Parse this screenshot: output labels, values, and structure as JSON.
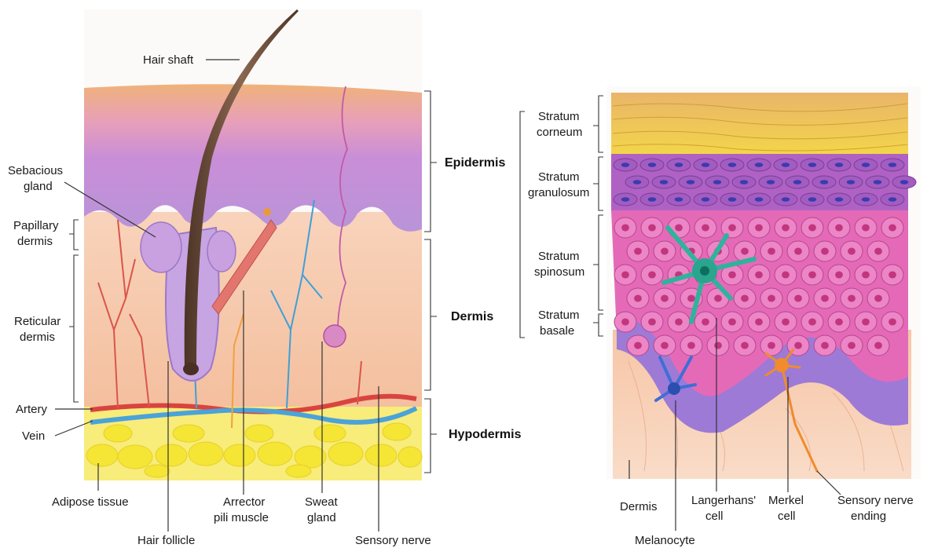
{
  "left_diagram": {
    "hair_shaft": "Hair shaft",
    "sebaceous_gland": [
      "Sebacious",
      "gland"
    ],
    "papillary_dermis": [
      "Papillary",
      "dermis"
    ],
    "reticular_dermis": [
      "Reticular",
      "dermis"
    ],
    "artery": "Artery",
    "vein": "Vein",
    "adipose_tissue": "Adipose tissue",
    "hair_follicle": "Hair follicle",
    "arrector_pili": [
      "Arrector",
      "pili muscle"
    ],
    "sweat_gland": [
      "Sweat",
      "gland"
    ],
    "sensory_nerve": "Sensory nerve",
    "epidermis": "Epidermis",
    "dermis": "Dermis",
    "hypodermis": "Hypodermis"
  },
  "right_diagram": {
    "stratum_corneum": [
      "Stratum",
      "corneum"
    ],
    "stratum_granulosum": [
      "Stratum",
      "granulosum"
    ],
    "stratum_spinosum": [
      "Stratum",
      "spinosum"
    ],
    "stratum_basale": [
      "Stratum",
      "basale"
    ],
    "dermis": "Dermis",
    "melanocyte": "Melanocyte",
    "langerhans_cell": [
      "Langerhans'",
      "cell"
    ],
    "merkel_cell": [
      "Merkel",
      "cell"
    ],
    "sensory_nerve_ending": [
      "Sensory nerve",
      "ending"
    ]
  },
  "colors": {
    "stratum_corneum": "#f2c75a",
    "epidermis_purple": "#c78ad0",
    "dermis_peach": "#f6c8a8",
    "fat_yellow": "#f5e94a",
    "artery_red": "#d9443f",
    "vein_blue": "#4aa3d9",
    "hair_brown": "#6b4a3a",
    "spinosum_pink": "#e46ab8",
    "basale_violet": "#9d7ad6",
    "langerhans_teal": "#2fb39c",
    "merkel_orange": "#f08c2b"
  }
}
